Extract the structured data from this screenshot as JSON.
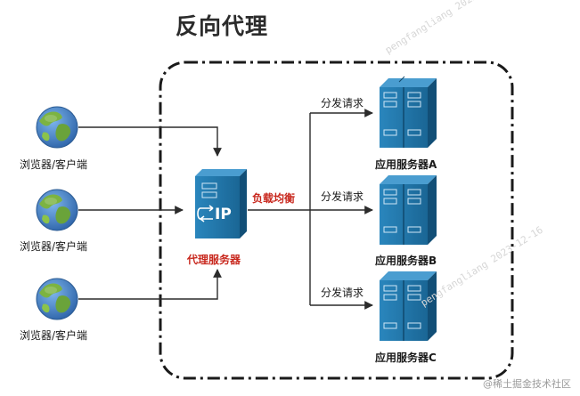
{
  "title": "反向代理",
  "clients": [
    {
      "label": "浏览器/客户端"
    },
    {
      "label": "浏览器/客户端"
    },
    {
      "label": "浏览器/客户端"
    }
  ],
  "proxy": {
    "label": "代理服务器",
    "icon_text": "IP"
  },
  "load_balance_label": "负载均衡",
  "servers": [
    {
      "label": "应用服务器A",
      "edge_label": "分发请求"
    },
    {
      "label": "应用服务器B",
      "edge_label": "分发请求"
    },
    {
      "label": "应用服务器C",
      "edge_label": "分发请求"
    }
  ],
  "brand": "@稀土掘金技术社区",
  "watermark": "pengfangliang 2023-12-16",
  "colors": {
    "server_fill": "#1c6fa1",
    "server_dark": "#124f77",
    "globe_ocean": "#3f7fc6",
    "globe_land": "#7cb342",
    "accent_red": "#c8281e",
    "line": "#2b2b2b"
  }
}
